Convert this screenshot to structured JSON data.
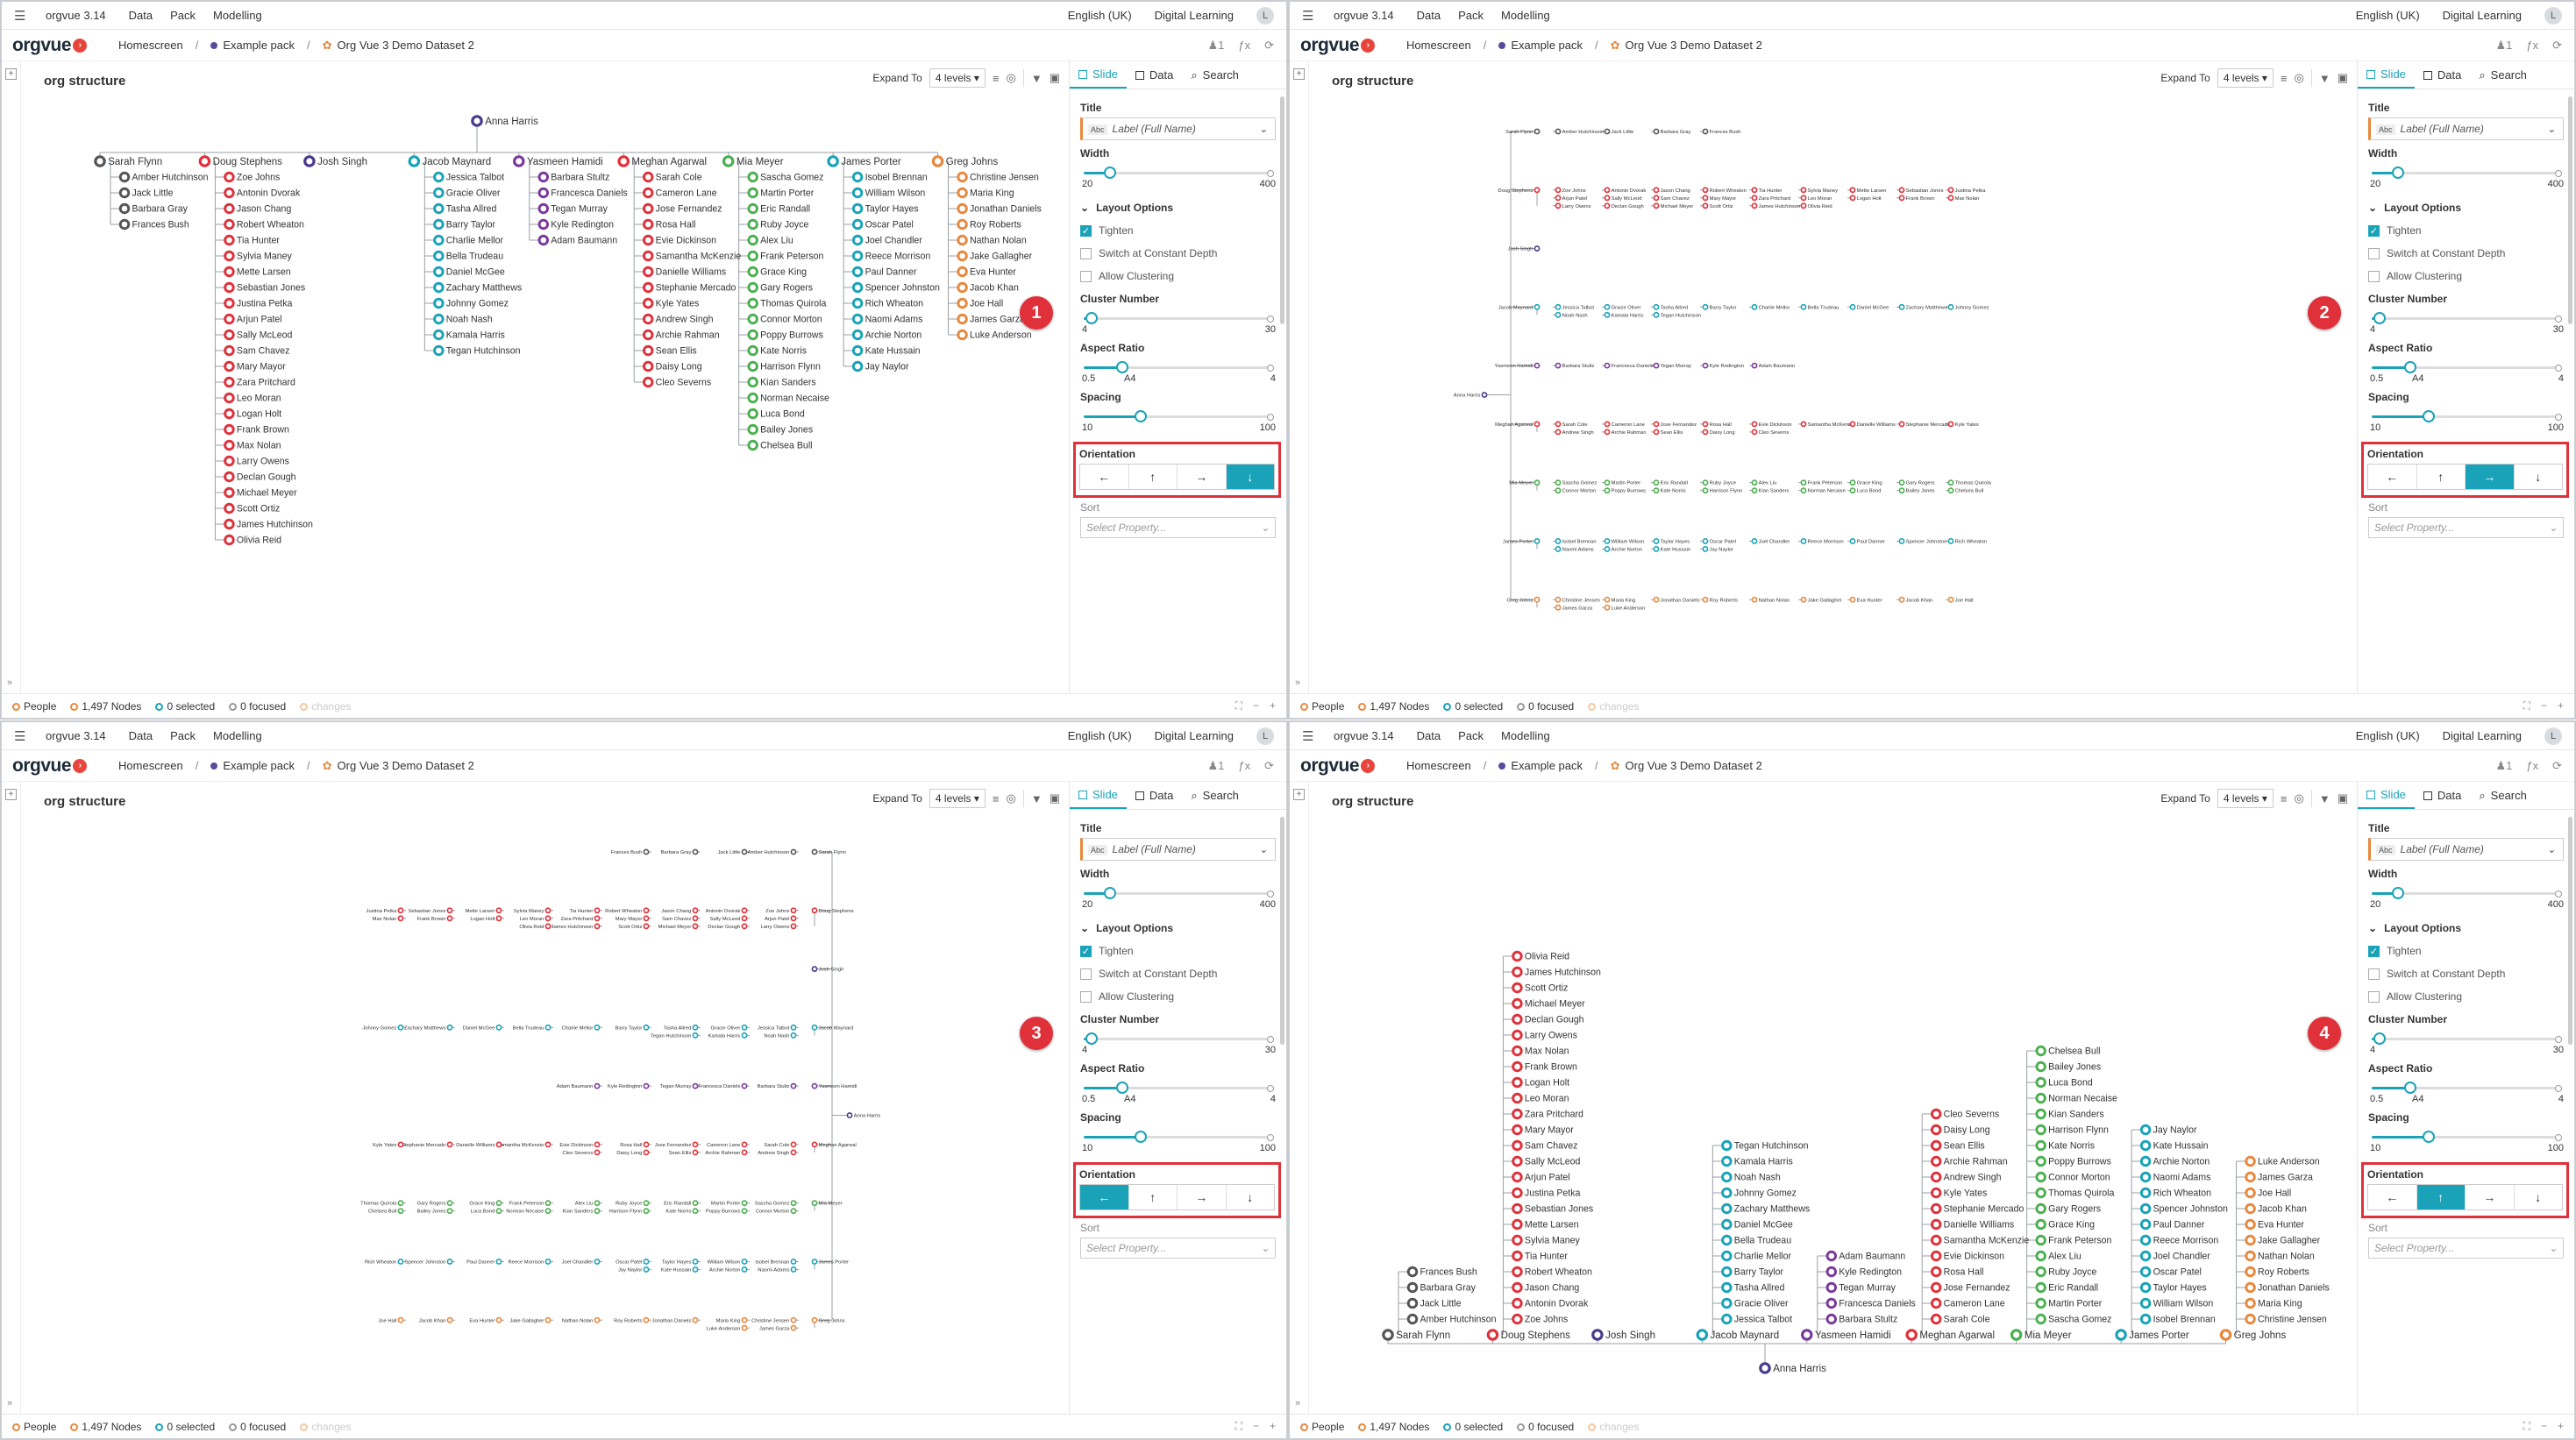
{
  "app": {
    "version": "orgvue 3.14",
    "menu": [
      "Data",
      "Pack",
      "Modelling"
    ],
    "language": "English (UK)",
    "learning": "Digital Learning",
    "user_initial": "L"
  },
  "nav": {
    "logo": "orgvue",
    "crumbs": [
      "Homescreen",
      "Example pack",
      "Org Vue 3 Demo Dataset 2"
    ],
    "count": "1"
  },
  "canvas": {
    "title": "org structure",
    "expand_label": "Expand To",
    "levels": "4 levels"
  },
  "props": {
    "tabs": [
      "Slide",
      "Data",
      "Search"
    ],
    "title_label": "Title",
    "title_value": "Label (Full Name)",
    "abc": "Abc",
    "width_label": "Width",
    "width_min": "20",
    "width_max": "400",
    "width_value": 0.13,
    "layout_label": "Layout Options",
    "tighten": "Tighten",
    "constant_depth": "Switch at Constant Depth",
    "clustering": "Allow Clustering",
    "cluster_label": "Cluster Number",
    "cluster_min": "4",
    "cluster_max": "30",
    "cluster_value": 0.03,
    "aspect_label": "Aspect Ratio",
    "aspect_min": "0.5",
    "aspect_mid": "A4",
    "aspect_max": "4",
    "aspect_value": 0.2,
    "spacing_label": "Spacing",
    "spacing_min": "10",
    "spacing_max": "100",
    "spacing_value": 0.3,
    "orientation_label": "Orientation",
    "sort_label": "Sort",
    "sort_placeholder": "Select Property..."
  },
  "status": {
    "people": "People",
    "nodes": "1,497 Nodes",
    "selected": "0 selected",
    "focused": "0 focused",
    "changes": "changes"
  },
  "panels": [
    {
      "callout": "1",
      "orientation": "down"
    },
    {
      "callout": "2",
      "orientation": "right"
    },
    {
      "callout": "3",
      "orientation": "left"
    },
    {
      "callout": "4",
      "orientation": "up"
    }
  ],
  "icons": {
    "left": "arrow-left-icon",
    "up": "arrow-up-icon",
    "right": "arrow-right-icon",
    "down": "arrow-down-icon"
  },
  "colors": {
    "accent": "#1aa3b8",
    "callout": "#e0303a",
    "brand": "#e8453c"
  },
  "tree": {
    "root": "Anna Harris",
    "managers": [
      {
        "name": "Sarah Flynn",
        "color": "#555555",
        "reports": [
          "Amber Hutchinson",
          "Jack Little",
          "Barbara Gray",
          "Frances Bush"
        ]
      },
      {
        "name": "Doug Stephens",
        "color": "#e0303a",
        "reports": [
          "Zoe Johns",
          "Antonin Dvorak",
          "Jason Chang",
          "Robert Wheaton",
          "Tia Hunter",
          "Sylvia Maney",
          "Mette Larsen",
          "Sebastian Jones",
          "Justina Petka",
          "Arjun Patel",
          "Sally McLeod",
          "Sam Chavez",
          "Mary Mayor",
          "Zara Pritchard",
          "Leo Moran",
          "Logan Holt",
          "Frank Brown",
          "Max Nolan",
          "Larry Owens",
          "Declan Gough",
          "Michael Meyer",
          "Scott Ortiz",
          "James Hutchinson",
          "Olivia Reid"
        ]
      },
      {
        "name": "Josh Singh",
        "color": "#4a3a8c",
        "reports": []
      },
      {
        "name": "Jacob Maynard",
        "color": "#1aa3b8",
        "reports": [
          "Jessica Talbot",
          "Gracie Oliver",
          "Tasha Allred",
          "Barry Taylor",
          "Charlie Mellor",
          "Bella Trudeau",
          "Daniel McGee",
          "Zachary Matthews",
          "Johnny Gomez",
          "Noah Nash",
          "Kamala Harris",
          "Tegan Hutchinson"
        ]
      },
      {
        "name": "Yasmeen Hamidi",
        "color": "#7a3a9c",
        "reports": [
          "Barbara Stultz",
          "Francesca Daniels",
          "Tegan Murray",
          "Kyle Redington",
          "Adam Baumann"
        ]
      },
      {
        "name": "Meghan Agarwal",
        "color": "#e0303a",
        "reports": [
          "Sarah Cole",
          "Cameron Lane",
          "Jose Fernandez",
          "Rosa Hall",
          "Evie Dickinson",
          "Samantha McKenzie",
          "Danielle Williams",
          "Stephanie Mercado",
          "Kyle Yates",
          "Andrew Singh",
          "Archie Rahman",
          "Sean Ellis",
          "Daisy Long",
          "Cleo Severns"
        ]
      },
      {
        "name": "Mia Meyer",
        "color": "#4caf50",
        "reports": [
          "Sascha Gomez",
          "Martin Porter",
          "Eric Randall",
          "Ruby Joyce",
          "Alex Liu",
          "Frank Peterson",
          "Grace King",
          "Gary Rogers",
          "Thomas Quirola",
          "Connor Morton",
          "Poppy Burrows",
          "Kate Norris",
          "Harrison Flynn",
          "Kian Sanders",
          "Norman Necaise",
          "Luca Bond",
          "Bailey Jones",
          "Chelsea Bull"
        ]
      },
      {
        "name": "James Porter",
        "color": "#1aa3b8",
        "reports": [
          "Isobel Brennan",
          "William Wilson",
          "Taylor Hayes",
          "Oscar Patel",
          "Joel Chandler",
          "Reece Morrison",
          "Paul Danner",
          "Spencer Johnston",
          "Rich Wheaton",
          "Naomi Adams",
          "Archie Norton",
          "Kate Hussain",
          "Jay Naylor"
        ]
      },
      {
        "name": "Greg Johns",
        "color": "#e8883c",
        "reports": [
          "Christine Jensen",
          "Maria King",
          "Jonathan Daniels",
          "Roy Roberts",
          "Nathan Nolan",
          "Jake Gallagher",
          "Eva Hunter",
          "Jacob Khan",
          "Joe Hall",
          "James Garza",
          "Luke Anderson"
        ]
      }
    ]
  }
}
